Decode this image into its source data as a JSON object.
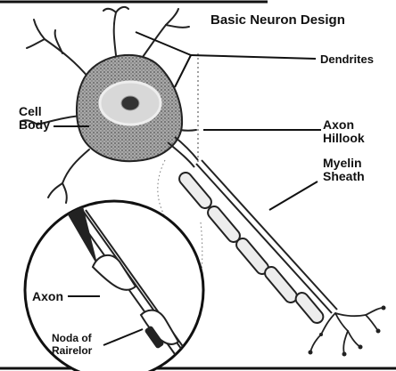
{
  "diagram": {
    "title": "Basic Neuron Design",
    "labels": {
      "dendrites": "Dendrites",
      "cell_body_line1": "Cell",
      "cell_body_line2": "Body",
      "axon_hillock_line1": "Axon",
      "axon_hillock_line2": "Hillook",
      "myelin_line1": "Myelin",
      "myelin_line2": "Sheath",
      "axon": "Axon",
      "node_line1": "Noda of",
      "node_line2": "Rairelor"
    },
    "colors": {
      "ink": "#111111",
      "soma_shade": "#7a7a7a",
      "background": "#ffffff"
    }
  }
}
